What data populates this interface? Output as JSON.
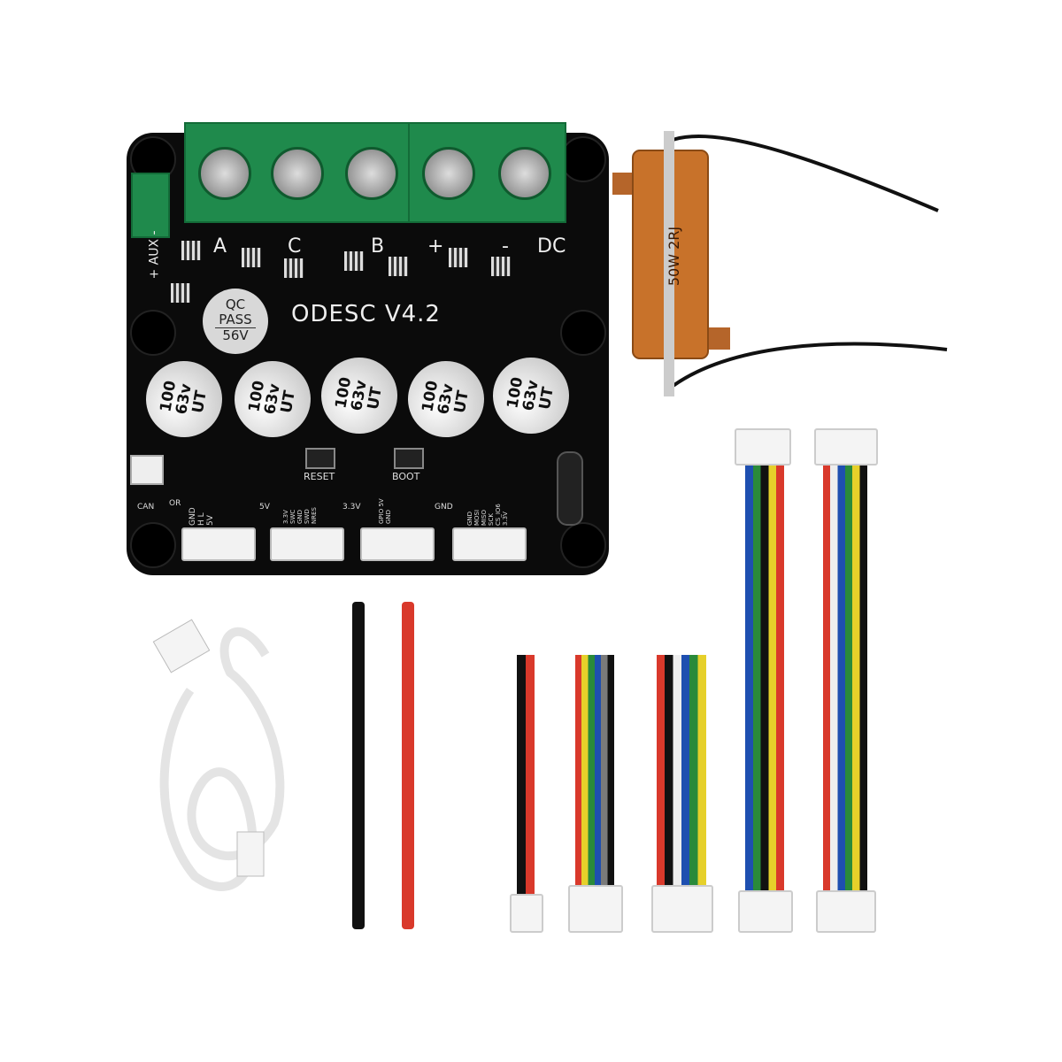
{
  "board": {
    "model": "ODESC V4.2",
    "qc_label": [
      "QC",
      "PASS",
      "56V"
    ],
    "terminal_labels": [
      "A",
      "C",
      "B",
      "+",
      "-",
      "DC"
    ],
    "aux_label": "+ AUX -",
    "capacitors": [
      {
        "lines": [
          "100",
          "63v",
          "UT"
        ]
      },
      {
        "lines": [
          "100",
          "63v",
          "UT"
        ]
      },
      {
        "lines": [
          "100",
          "63v",
          "UT"
        ]
      },
      {
        "lines": [
          "100",
          "63v",
          "UT"
        ]
      },
      {
        "lines": [
          "100",
          "63v",
          "UT"
        ]
      }
    ],
    "buttons": [
      "RESET",
      "BOOT"
    ],
    "can_label": "CAN",
    "or_label": "OR",
    "test_points": [
      "5V",
      "3.3V",
      "GND"
    ],
    "header_pins": [
      [
        "GND",
        "H",
        "L",
        "5V"
      ],
      [
        "3.3V",
        "SWC",
        "GND",
        "SWD",
        "NRES"
      ],
      [
        "GPIO",
        "5V",
        "GND"
      ],
      [
        "GND",
        "MOSI",
        "MISO",
        "SCK",
        "CS_IO6",
        "3.3V"
      ]
    ]
  },
  "resistor": {
    "label": "50W 2RJ"
  },
  "colors": {
    "pcb": "#0b0b0b",
    "terminal": "#1f8a4c",
    "resistor": "#c8722a",
    "red_wire": "#d9392b"
  }
}
